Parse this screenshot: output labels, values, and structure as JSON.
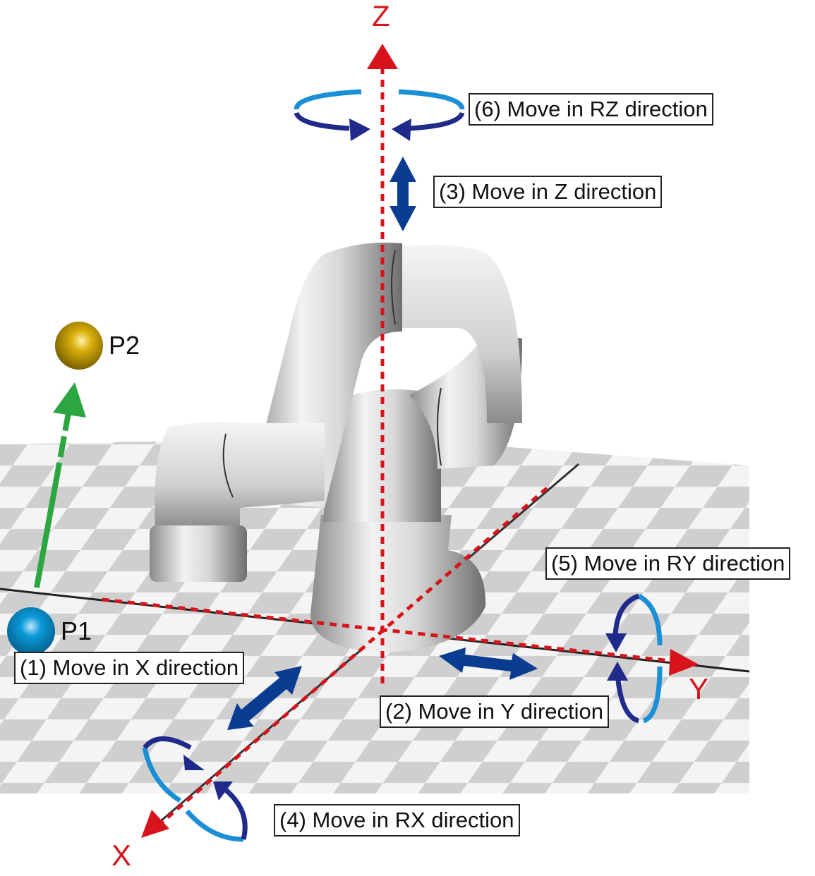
{
  "axes": {
    "x": "X",
    "y": "Y",
    "z": "Z"
  },
  "points": {
    "p1": "P1",
    "p2": "P2"
  },
  "labels": {
    "move_x": "(1) Move in X direction",
    "move_y": "(2) Move in Y direction",
    "move_z": "(3) Move in Z direction",
    "move_rx": "(4) Move in RX direction",
    "move_ry": "(5) Move in RY direction",
    "move_rz": "(6) Move in RZ direction"
  },
  "colors": {
    "axis": "#d7141c",
    "arrow": "#0a3d91",
    "rot_dark": "#1f2a8a",
    "rot_light": "#1b8fd6",
    "path": "#2ba640",
    "p1": "#0a8ccf",
    "p2": "#d2a800"
  }
}
